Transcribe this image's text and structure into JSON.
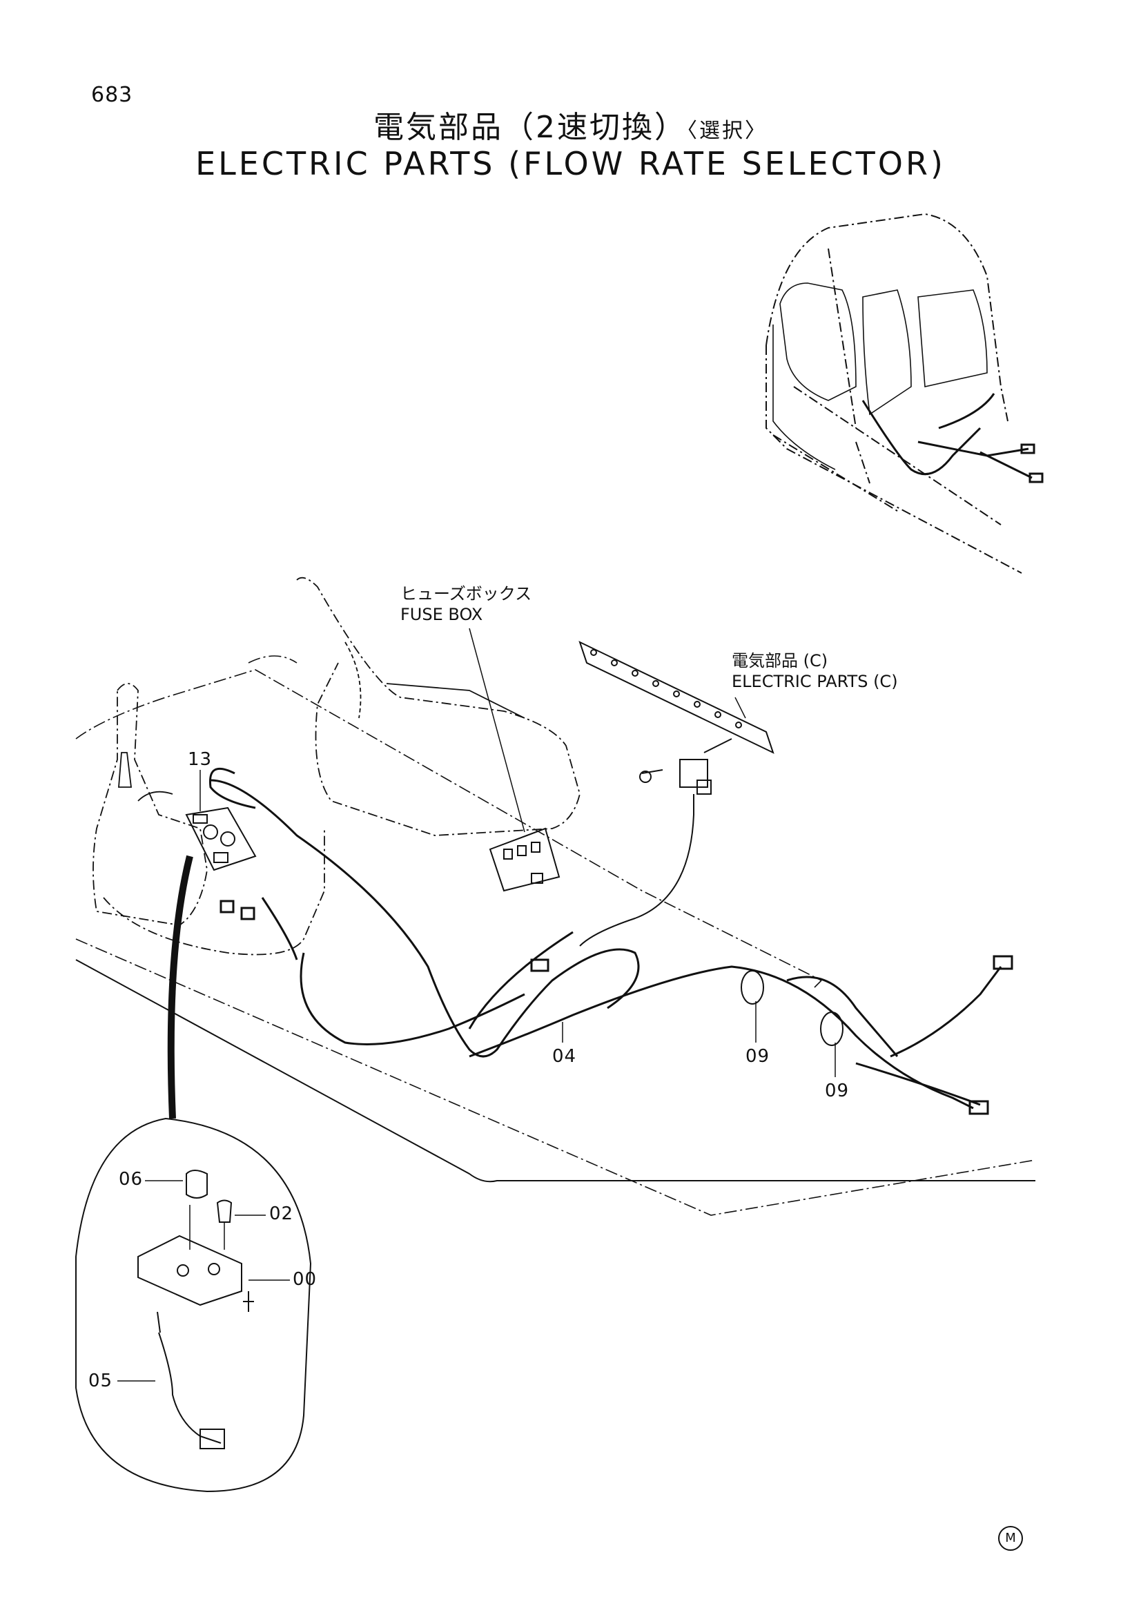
{
  "page_number": "683",
  "title": {
    "jp_main": "電気部品（2速切換）",
    "jp_suffix": "〈選択〉",
    "en": "ELECTRIC PARTS (FLOW RATE SELECTOR)"
  },
  "callouts": {
    "fuse_box_jp": "ヒューズボックス",
    "fuse_box_en": "FUSE BOX",
    "electric_parts_c_jp": "電気部品 (C)",
    "electric_parts_c_en": "ELECTRIC  PARTS (C)"
  },
  "part_numbers": {
    "p13": "13",
    "p04": "04",
    "p09a": "09",
    "p09b": "09",
    "p06": "06",
    "p02": "02",
    "p00": "00",
    "p05": "05"
  },
  "corner_mark": "M"
}
